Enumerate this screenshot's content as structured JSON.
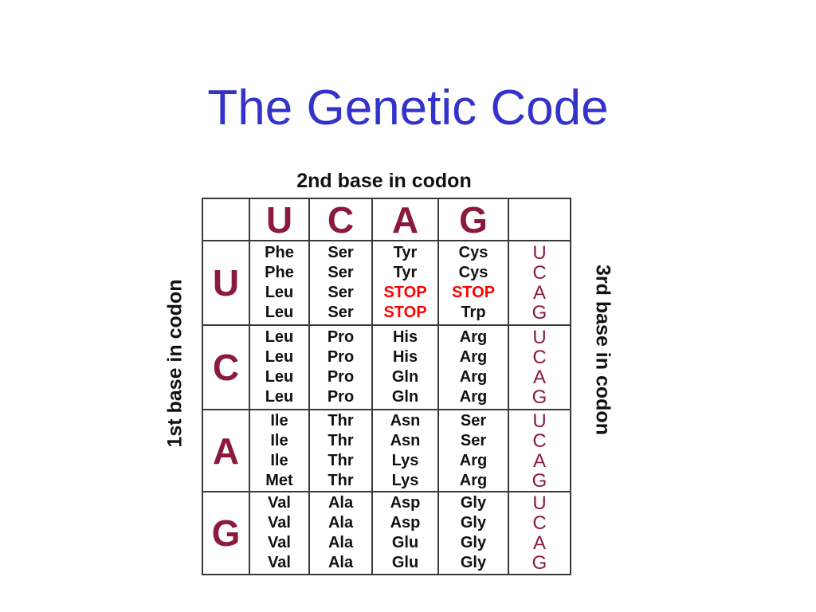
{
  "title": "The Genetic Code",
  "labels": {
    "second_base": "2nd base in codon",
    "first_base": "1st base in codon",
    "third_base": "3rd base in codon"
  },
  "colors": {
    "title": "#3333cc",
    "base_letter": "#8b1a3c",
    "stop": "#ff0000",
    "text": "#111111",
    "grid": "#3a3a3a"
  },
  "second_bases": [
    "U",
    "C",
    "A",
    "G"
  ],
  "rows": [
    {
      "first_base": "U",
      "cells": [
        [
          "Phe",
          "Phe",
          "Leu",
          "Leu"
        ],
        [
          "Ser",
          "Ser",
          "Ser",
          "Ser"
        ],
        [
          "Tyr",
          "Tyr",
          "STOP",
          "STOP"
        ],
        [
          "Cys",
          "Cys",
          "STOP",
          "Trp"
        ]
      ],
      "third_bases": [
        "U",
        "C",
        "A",
        "G"
      ]
    },
    {
      "first_base": "C",
      "cells": [
        [
          "Leu",
          "Leu",
          "Leu",
          "Leu"
        ],
        [
          "Pro",
          "Pro",
          "Pro",
          "Pro"
        ],
        [
          "His",
          "His",
          "Gln",
          "Gln"
        ],
        [
          "Arg",
          "Arg",
          "Arg",
          "Arg"
        ]
      ],
      "third_bases": [
        "U",
        "C",
        "A",
        "G"
      ]
    },
    {
      "first_base": "A",
      "cells": [
        [
          "Ile",
          "Ile",
          "Ile",
          "Met"
        ],
        [
          "Thr",
          "Thr",
          "Thr",
          "Thr"
        ],
        [
          "Asn",
          "Asn",
          "Lys",
          "Lys"
        ],
        [
          "Ser",
          "Ser",
          "Arg",
          "Arg"
        ]
      ],
      "third_bases": [
        "U",
        "C",
        "A",
        "G"
      ]
    },
    {
      "first_base": "G",
      "cells": [
        [
          "Val",
          "Val",
          "Val",
          "Val"
        ],
        [
          "Ala",
          "Ala",
          "Ala",
          "Ala"
        ],
        [
          "Asp",
          "Asp",
          "Glu",
          "Glu"
        ],
        [
          "Gly",
          "Gly",
          "Gly",
          "Gly"
        ]
      ],
      "third_bases": [
        "U",
        "C",
        "A",
        "G"
      ]
    }
  ]
}
